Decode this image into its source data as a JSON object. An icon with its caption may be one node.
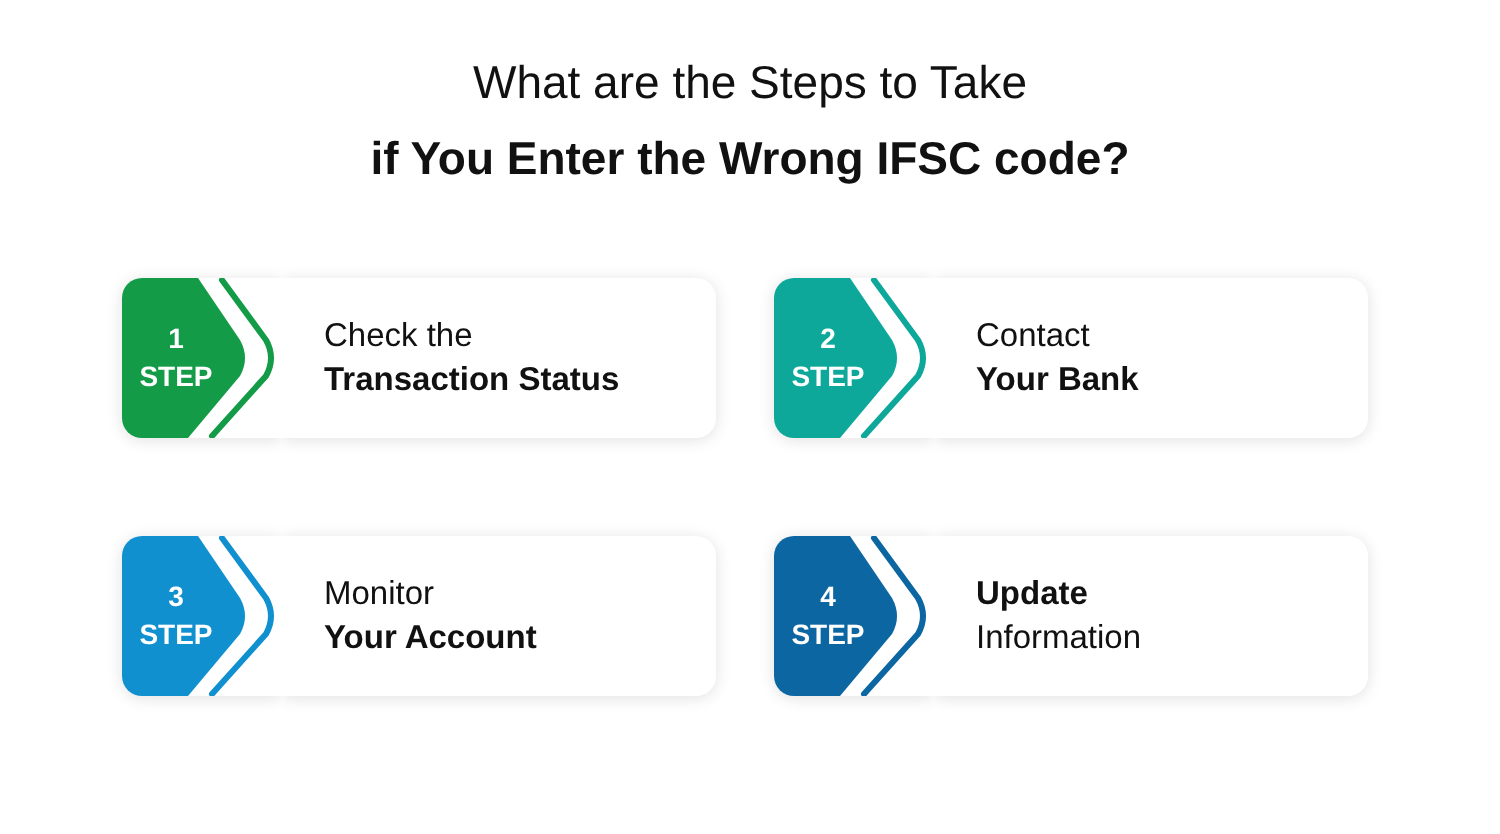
{
  "diagram": {
    "title": "What are the Steps to Take **if You Enter the Wrong IFSC code?**",
    "nodes": [
      {
        "text": [
          "1",
          "STEP"
        ]
      },
      {
        "text": [
          "Check the **Transaction Status**"
        ]
      },
      {
        "text": [
          "2",
          "STEP"
        ]
      },
      {
        "text": [
          "Contact **Your Bank**"
        ]
      },
      {
        "text": [
          "3",
          "STEP"
        ]
      },
      {
        "text": [
          "Monitor **Your Account**"
        ]
      },
      {
        "text": [
          "4",
          "STEP"
        ]
      },
      {
        "text": [
          "**Update** Information"
        ]
      }
    ]
  }
}
